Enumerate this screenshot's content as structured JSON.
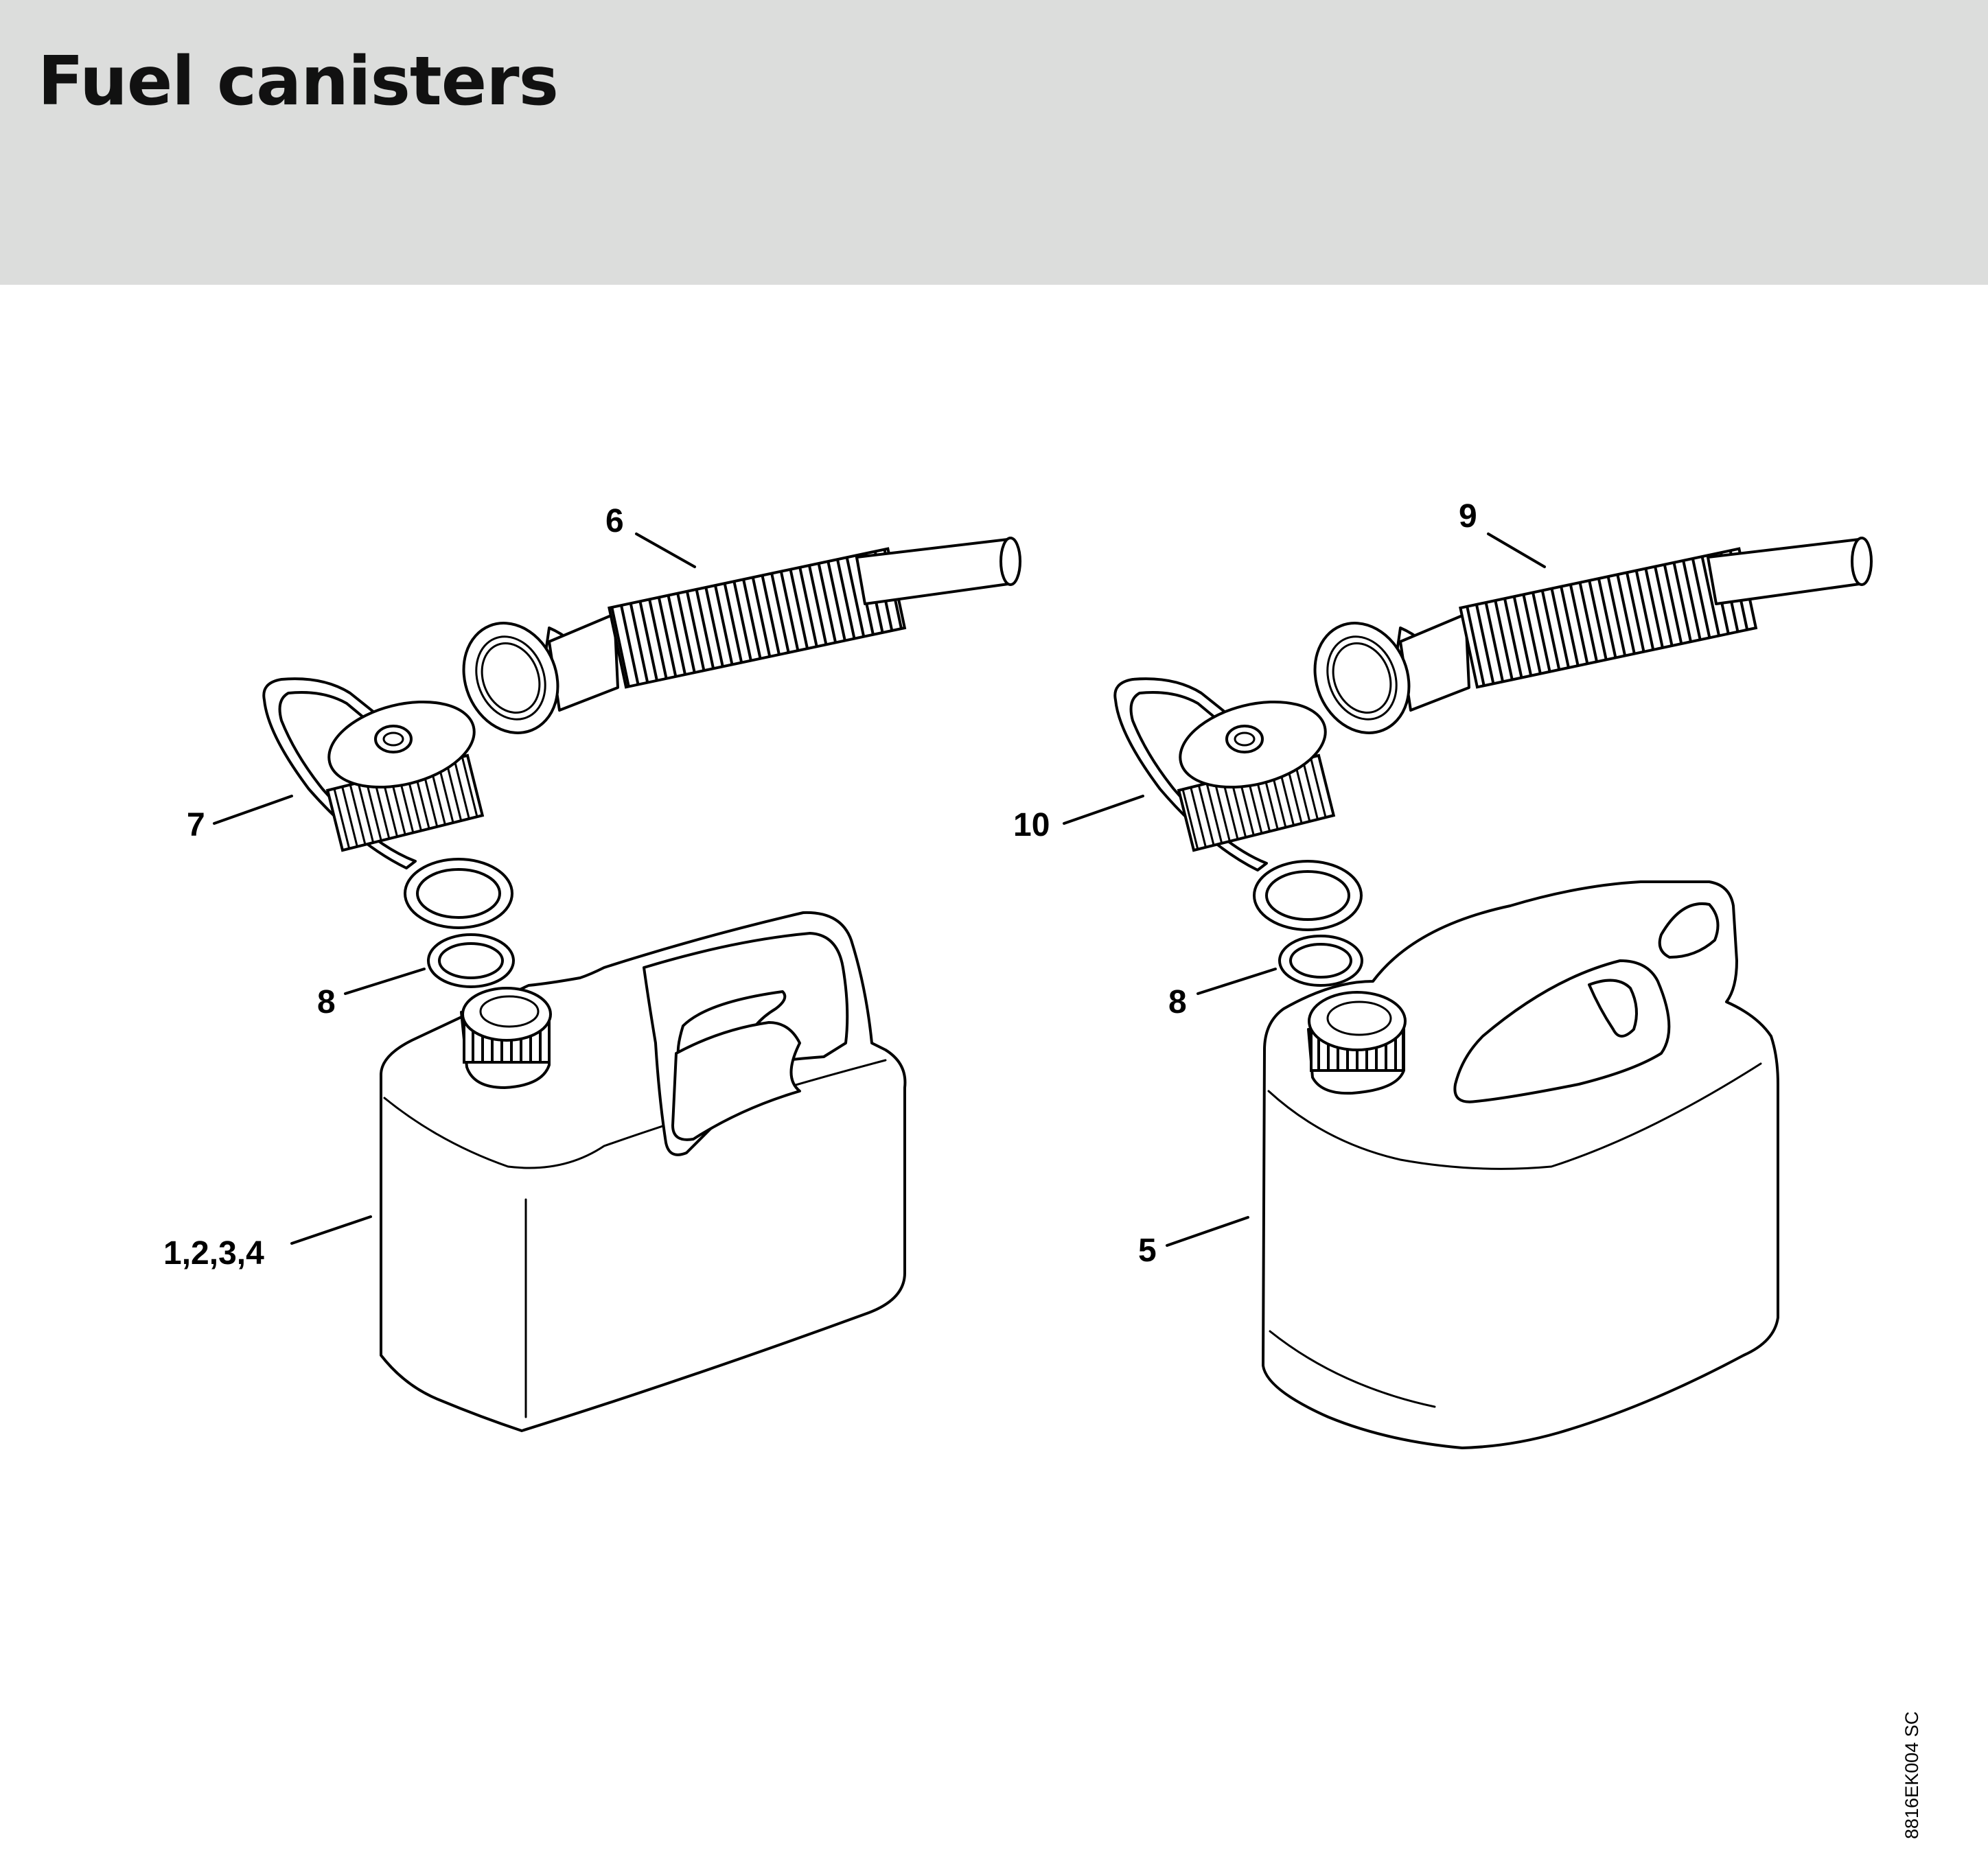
{
  "page": {
    "title": "Fuel canisters",
    "drawing_code": "8816EK004 SC"
  },
  "callouts": {
    "c1234": "1,2,3,4",
    "c5": "5",
    "c6": "6",
    "c7": "7",
    "c8a": "8",
    "c8b": "8",
    "c9": "9",
    "c10": "10"
  }
}
